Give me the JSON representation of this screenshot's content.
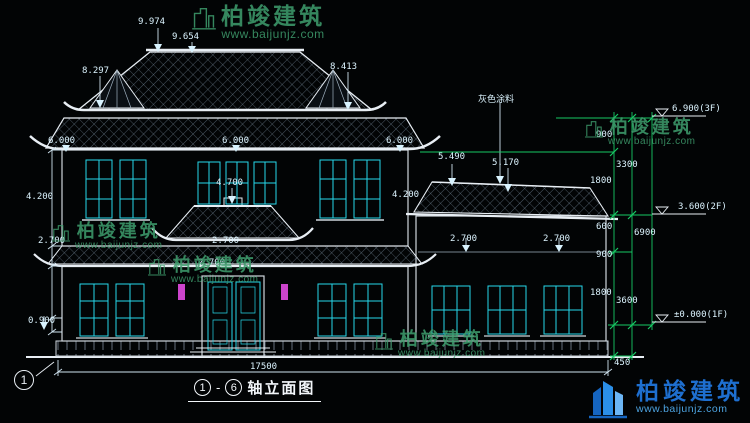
{
  "colors": {
    "background": "#020405",
    "linework": "#e8eef4",
    "window_frame": "#27d7ea",
    "dimension_text": "#dcf4ff",
    "dimension_chain_green": "#17c964",
    "watermark_green": "#3f9e6e",
    "logo_blue": "#1e6fd0",
    "lantern_magenta": "#cc44cc"
  },
  "watermark": {
    "brand": "柏竣建筑",
    "url": "www.baijunjz.com"
  },
  "logo": {
    "brand": "柏竣建筑",
    "url": "www.baijunjz.com"
  },
  "drawing_title": {
    "axis_from": "1",
    "separator": "-",
    "axis_to": "6",
    "label": "轴立面图"
  },
  "grid_bubble_label": "1",
  "annotations": {
    "paint_note": "灰色涂料"
  },
  "dims": {
    "top1": "9.974",
    "top2": "9.654",
    "ridge_left": "8.297",
    "ridge_right": "8.413",
    "eave_left": "6.000",
    "eave_center": "6.000",
    "eave_right": "6.000",
    "mid_center": "4.700",
    "floor2_left": "4.200",
    "floor2_right": "4.200",
    "band_left": "2.700",
    "band_center": "2.700",
    "band_center2": "2.700",
    "annex_band_left": "2.700",
    "annex_band_right": "2.700",
    "sill_left": "0.900",
    "annex_roof_left": "5.490",
    "annex_roof_right": "5.170",
    "total_width": "17500"
  },
  "levels": {
    "floor3": "6.900(3F)",
    "floor2": "3.600(2F)",
    "floor1": "±0.000(1F)"
  },
  "right_chain": {
    "seg1": "900",
    "seg2": "1800",
    "seg3": "600",
    "seg4": "900",
    "seg5": "1800",
    "seg6": "450",
    "sum_upper": "3300",
    "sum_lower": "3600",
    "total": "6900"
  }
}
